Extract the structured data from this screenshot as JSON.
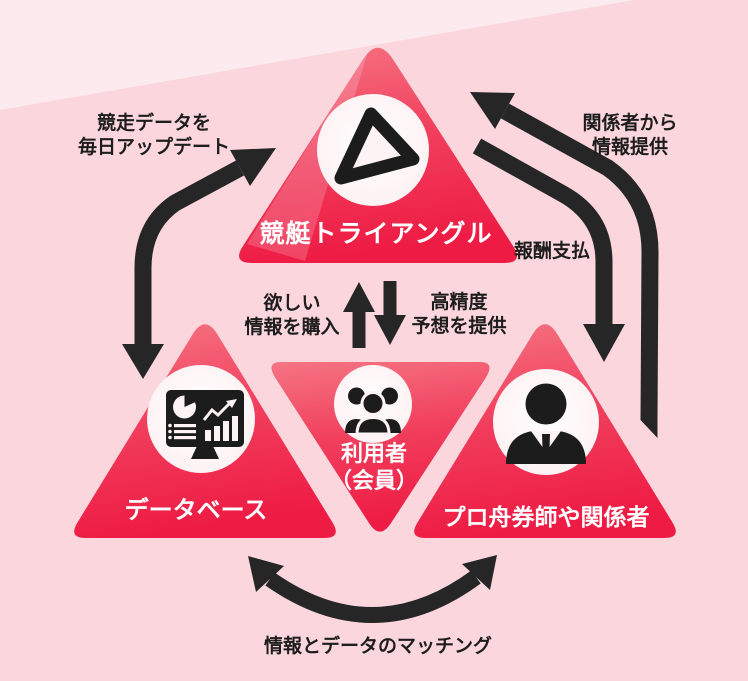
{
  "palette": {
    "background": "#fbd7dd",
    "background_highlight": "#fdeaee",
    "triangle_red_top": "#f57583",
    "triangle_red_bottom": "#ee1c44",
    "circle_fill": "#fdf2f4",
    "icon_black": "#1c1c1c",
    "arrow_black": "#262626",
    "label_white": "#ffffff",
    "annotation_black": "#1d1d1d"
  },
  "nodes": {
    "hub": {
      "label": "競艇トライアングル",
      "icon": "rounded-triangle-logo-icon"
    },
    "users": {
      "label_line1": "利用者",
      "label_line2": "（会員）",
      "icon": "people-group-icon"
    },
    "database": {
      "label": "データベース",
      "icon": "analytics-dashboard-icon"
    },
    "experts": {
      "label": "プロ舟券師や関係者",
      "icon": "businessman-icon"
    }
  },
  "annotations": {
    "daily_update": {
      "line1": "競走データを",
      "line2": "毎日アップデート"
    },
    "info_from_parties": {
      "line1": "関係者から",
      "line2": "情報提供"
    },
    "reward_payment": "報酬支払",
    "purchase_info": {
      "line1": "欲しい",
      "line2": "情報を購入"
    },
    "provide_forecast": {
      "line1": "高精度",
      "line2": "予想を提供"
    },
    "matching": "情報とデータのマッチング"
  }
}
